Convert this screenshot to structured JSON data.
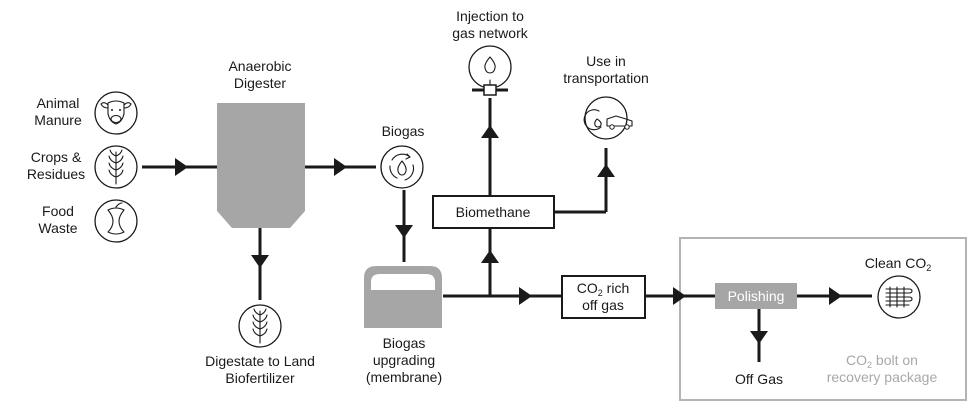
{
  "inputs": {
    "animal_manure": [
      "Animal",
      "Manure"
    ],
    "crops_residues": [
      "Crops &",
      "Residues"
    ],
    "food_waste": [
      "Food",
      "Waste"
    ]
  },
  "digester": [
    "Anaerobic",
    "Digester"
  ],
  "digestate": [
    "Digestate to Land",
    "Biofertilizer"
  ],
  "biogas": "Biogas",
  "upgrading": [
    "Biogas",
    "upgrading",
    "(membrane)"
  ],
  "biomethane": "Biomethane",
  "injection": [
    "Injection to",
    "gas network"
  ],
  "transport": [
    "Use in",
    "transportation"
  ],
  "co2_rich": {
    "line1_main": "CO",
    "line1_sub": "2",
    "line1_tail": " rich",
    "line2": "off gas"
  },
  "polishing": "Polishing",
  "off_gas": "Off Gas",
  "clean_co2": {
    "main": "Clean CO",
    "sub": "2"
  },
  "package": {
    "line1_main": "CO",
    "line1_sub": "2",
    "line1_tail": " bolt on",
    "line2": "recovery package"
  },
  "icons": [
    "cow-icon",
    "wheat-icon",
    "apple-core-icon",
    "wheat-icon",
    "biogas-flame-recycle-icon",
    "gas-valve-flame-icon",
    "car-flame-icon",
    "co2-cylinders-icon"
  ],
  "colors": {
    "line": "#1a1a1a",
    "vessel": "#a6a6a6",
    "package_border": "#b4b4b4",
    "package_text": "#a8a8a8",
    "polishing_fill": "#a6a6a6"
  }
}
